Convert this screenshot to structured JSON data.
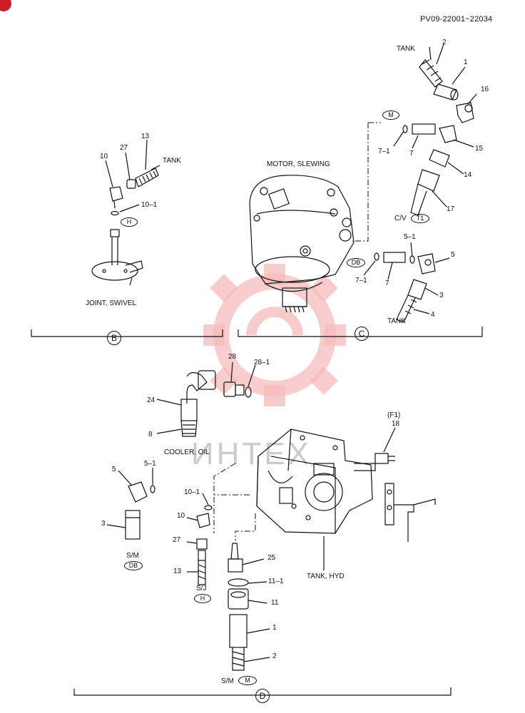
{
  "header": {
    "serial": "PV09-22001~22034"
  },
  "watermark": {
    "text": "ИНТЕХ",
    "logo": "gear-logo",
    "color": "#f4b3b3"
  },
  "accent": {
    "corner_mark": "#d11a2a"
  },
  "section_b": {
    "title": "B",
    "caption": "JOINT, SWIVEL",
    "tank": "TANK",
    "port": "H",
    "parts": {
      "p10": "10",
      "p27": "27",
      "p13": "13",
      "p10_1": "10–1"
    }
  },
  "section_c": {
    "title": "C",
    "motor": "MOTOR, SLEWING",
    "tank_top": "TANK",
    "tank_bottom": "TANK",
    "cv": "C/V",
    "ports": {
      "m": "M",
      "db": "DB",
      "t1": "T1"
    },
    "parts": {
      "p2": "2",
      "p1": "1",
      "p16": "16",
      "p7_1a": "7–1",
      "p7a": "7",
      "p15": "15",
      "p14": "14",
      "p17": "17",
      "p5_1": "5–1",
      "p5": "5",
      "p7_1b": "7–1",
      "p7b": "7",
      "p3": "3",
      "p4": "4"
    }
  },
  "section_d": {
    "title": "D",
    "cooler": "COOLER, OIL",
    "tank_hyd": "TANK, HYD",
    "sm_db": "S/M",
    "sj_h": "S/J",
    "sm_m": "S/M",
    "f1": "(F1)",
    "ports": {
      "db": "DB",
      "h": "H",
      "m": "M"
    },
    "parts": {
      "p28": "28",
      "p28_1": "28–1",
      "p24": "24",
      "p8": "8",
      "p18": "18",
      "p5": "5",
      "p5_1": "5–1",
      "p3": "3",
      "p10_1": "10–1",
      "p10": "10",
      "p27": "27",
      "p13": "13",
      "p25": "25",
      "p11_1": "11–1",
      "p11": "11",
      "p1": "1",
      "p2": "2"
    }
  }
}
